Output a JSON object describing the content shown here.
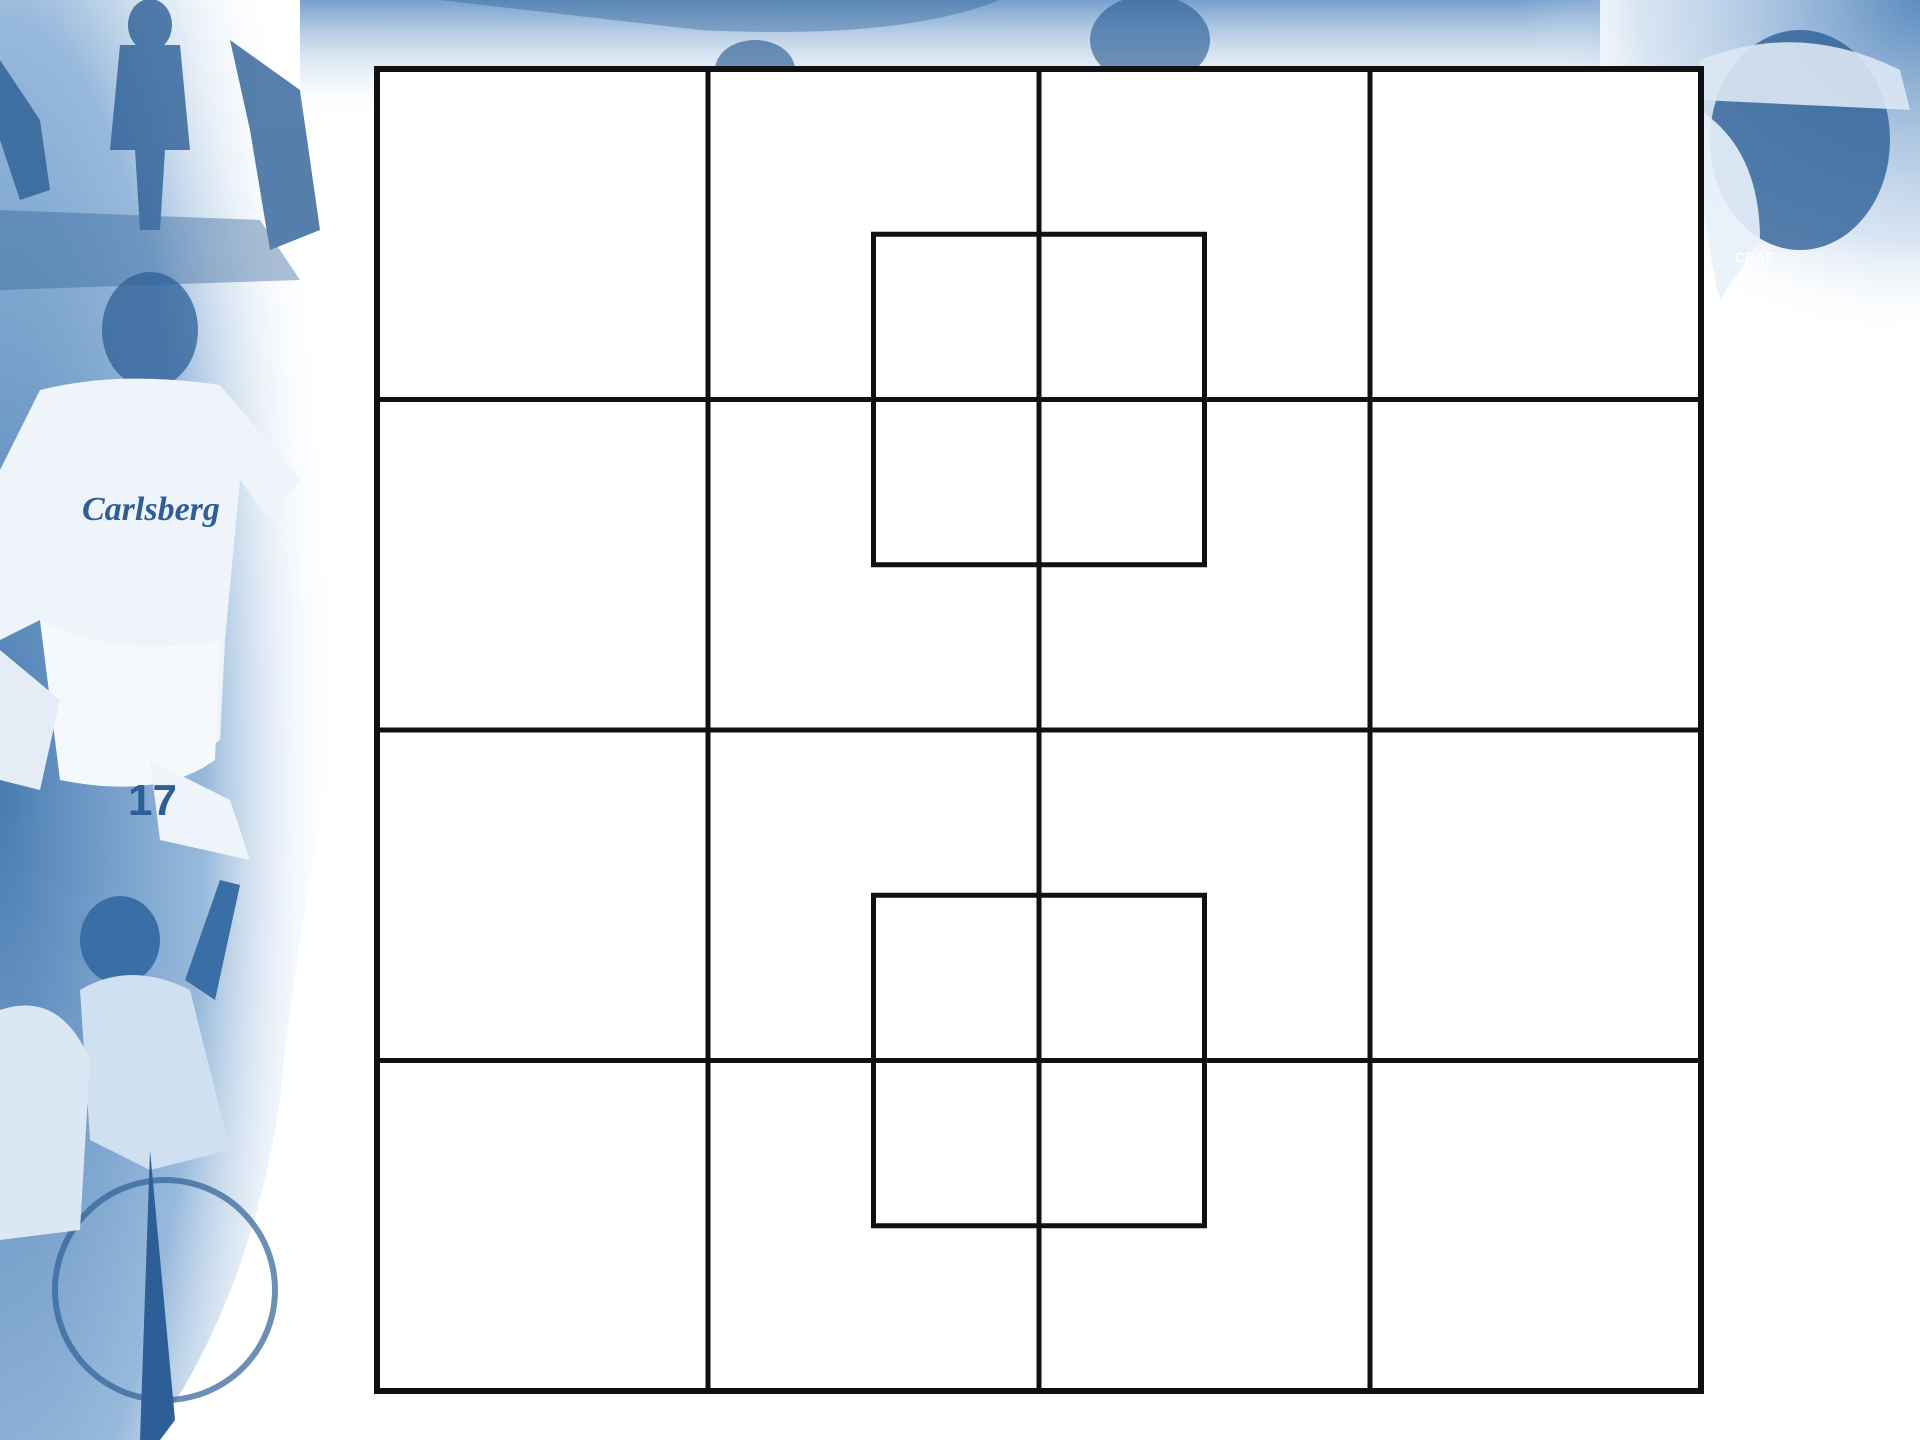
{
  "slide": {
    "background": {
      "tint_color": "#4a7fb8",
      "light_color": "#e8f1f9",
      "dark_color": "#2d5f96",
      "jersey_number": "17",
      "sponsor_wordmark": "Carlsberg",
      "cap_text": "CRAF",
      "scenes": [
        "business-people-running",
        "cyclists-top-center",
        "helmeted-rider-top-right",
        "soccer-player-jumping",
        "cyclist-celebrating"
      ]
    },
    "puzzle": {
      "grid_rows": 4,
      "grid_cols": 4,
      "inner_squares": 2,
      "line_color": "#111111",
      "cell_fill": "#ffffff"
    }
  }
}
